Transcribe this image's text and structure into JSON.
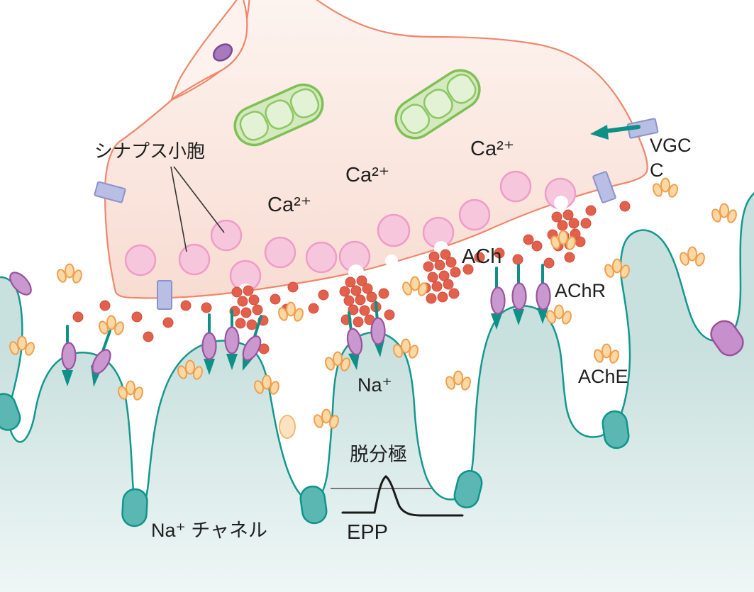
{
  "diagram": {
    "subject": "neuromuscular junction synaptic transmission",
    "labels": {
      "synaptic_vesicle": "シナプス小胞",
      "calcium": "Ca²⁺",
      "vgcc_line1": "VGC",
      "vgcc_line2": "C",
      "ach": "ACh",
      "achr": "AChR",
      "ache": "AChE",
      "sodium": "Na⁺",
      "sodium_channel": "Na⁺ チャネル",
      "depolarization": "脱分極",
      "epp": "EPP"
    },
    "colors": {
      "presynaptic_outline": "#f0876b",
      "presynaptic_fill": "#fbe7df",
      "axon_flap_fill": "#fdf2ee",
      "vesicle_fill": "#f6c6dc",
      "vesicle_outline": "#ef9cc8",
      "mitochondria_outline": "#7fc055",
      "ach_molecule": "#e2604c",
      "ache_cluster_fill": "#fcd9a4",
      "ache_cluster_outline": "#ef9f4f",
      "achr_fill": "#c998cf",
      "achr_outline": "#9c519d",
      "vgcc_fill": "#b9bee4",
      "vgcc_outline": "#8a92cc",
      "muscle_outline": "#13988e",
      "muscle_fill_top": "#c8e0de",
      "muscle_fill_bottom": "#eff7f6",
      "na_channel_fill": "#5bb7b1",
      "ion_arrow": "#0e9087",
      "nucleus_fill": "#a87abc",
      "text": "#1f1f1f"
    }
  }
}
